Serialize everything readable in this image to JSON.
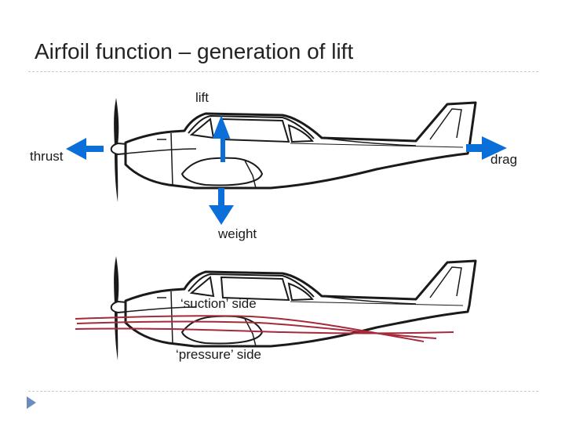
{
  "slide": {
    "title": "Airfoil function – generation of lift"
  },
  "diagram1": {
    "labels": {
      "lift": "lift",
      "thrust": "thrust",
      "drag": "drag",
      "weight": "weight"
    },
    "arrow_color": "#0a6fd8"
  },
  "diagram2": {
    "labels": {
      "suction": "‘suction’ side",
      "pressure": "‘pressure’ side"
    },
    "streamline_color": "#a52a3a"
  },
  "colors": {
    "outline": "#1a1a1a",
    "bullet": "#6a8cbf",
    "rule": "#c8c8c8"
  }
}
